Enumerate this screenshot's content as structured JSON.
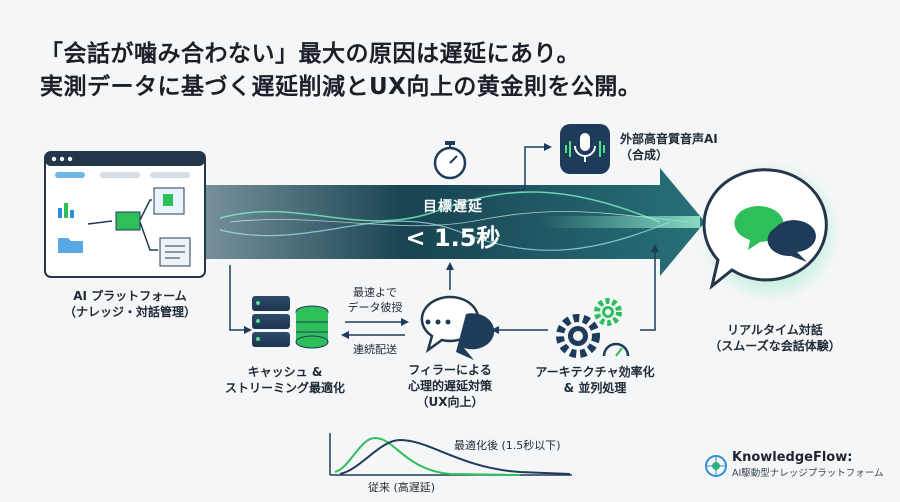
{
  "headline": {
    "line1": "「会話が噛み合わない」最大の原因は遅延にあり。",
    "line2": "実測データに基づく遅延削減とUX向上の黄金則を公開。"
  },
  "target": {
    "label": "目標遅延",
    "value": "< 1.5秒"
  },
  "nodes": {
    "platform": {
      "line1": "AI プラットフォーム",
      "line2": "（ナレッジ・対話管理）"
    },
    "voice": {
      "line1": "外部高音質音声AI",
      "line2": "（合成）"
    },
    "realtime": {
      "line1": "リアルタイム対話",
      "line2": "（スムーズな会話体験）"
    },
    "cache": {
      "line1": "キャッシュ &",
      "line2": "ストリーミング最適化"
    },
    "filler": {
      "line1": "フィラーによる",
      "line2": "心理的遅延対策",
      "line3": "（UX向上）"
    },
    "arch": {
      "line1": "アーキテクチャ効率化",
      "line2": "& 並列処理"
    }
  },
  "edges": {
    "fast_line1": "最速よで",
    "fast_line2": "データ彼授",
    "continuous": "連続配送"
  },
  "curve": {
    "after": "最適化後 (1.5秒以下)",
    "before": "従来 (高遅延)"
  },
  "brand": {
    "name": "KnowledgeFlow:",
    "tagline": "AI駆動型ナレッジプラットフォーム"
  },
  "colors": {
    "accent_green": "#2fbf5a",
    "navy": "#1f3b5a",
    "stream": "#0f3d4e"
  }
}
